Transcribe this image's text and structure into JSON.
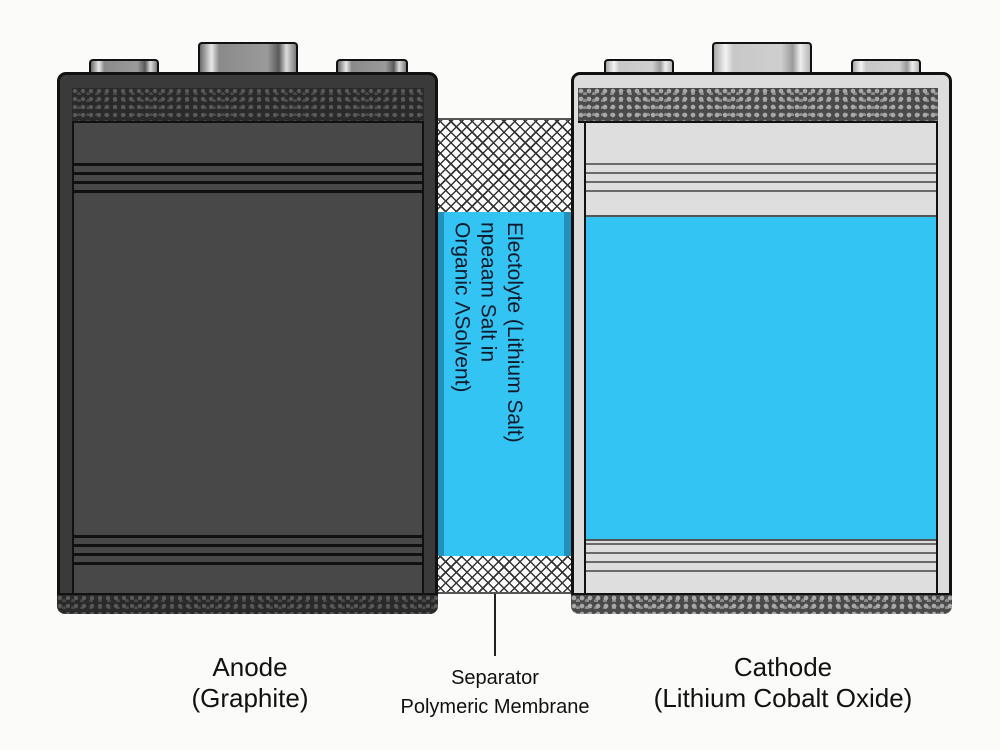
{
  "diagram": {
    "type": "lithium-ion battery cell cross-section",
    "components": {
      "anode": {
        "title": "Anode",
        "subtitle": "(Graphite)",
        "color": "#3a3a3a"
      },
      "separator": {
        "title": "Separator",
        "subtitle": "Polymeric Membrane",
        "pattern": "mesh"
      },
      "cathode": {
        "title": "Cathode",
        "subtitle": "(Lithium Cobalt Oxide)",
        "color": "#dcdcdc"
      },
      "electrolyte": {
        "lines": [
          "Electolyte (Lithium Salt)",
          "npeaam Salt in",
          "Organic ΛSolvent)"
        ],
        "color": "#34c4f4"
      }
    }
  }
}
